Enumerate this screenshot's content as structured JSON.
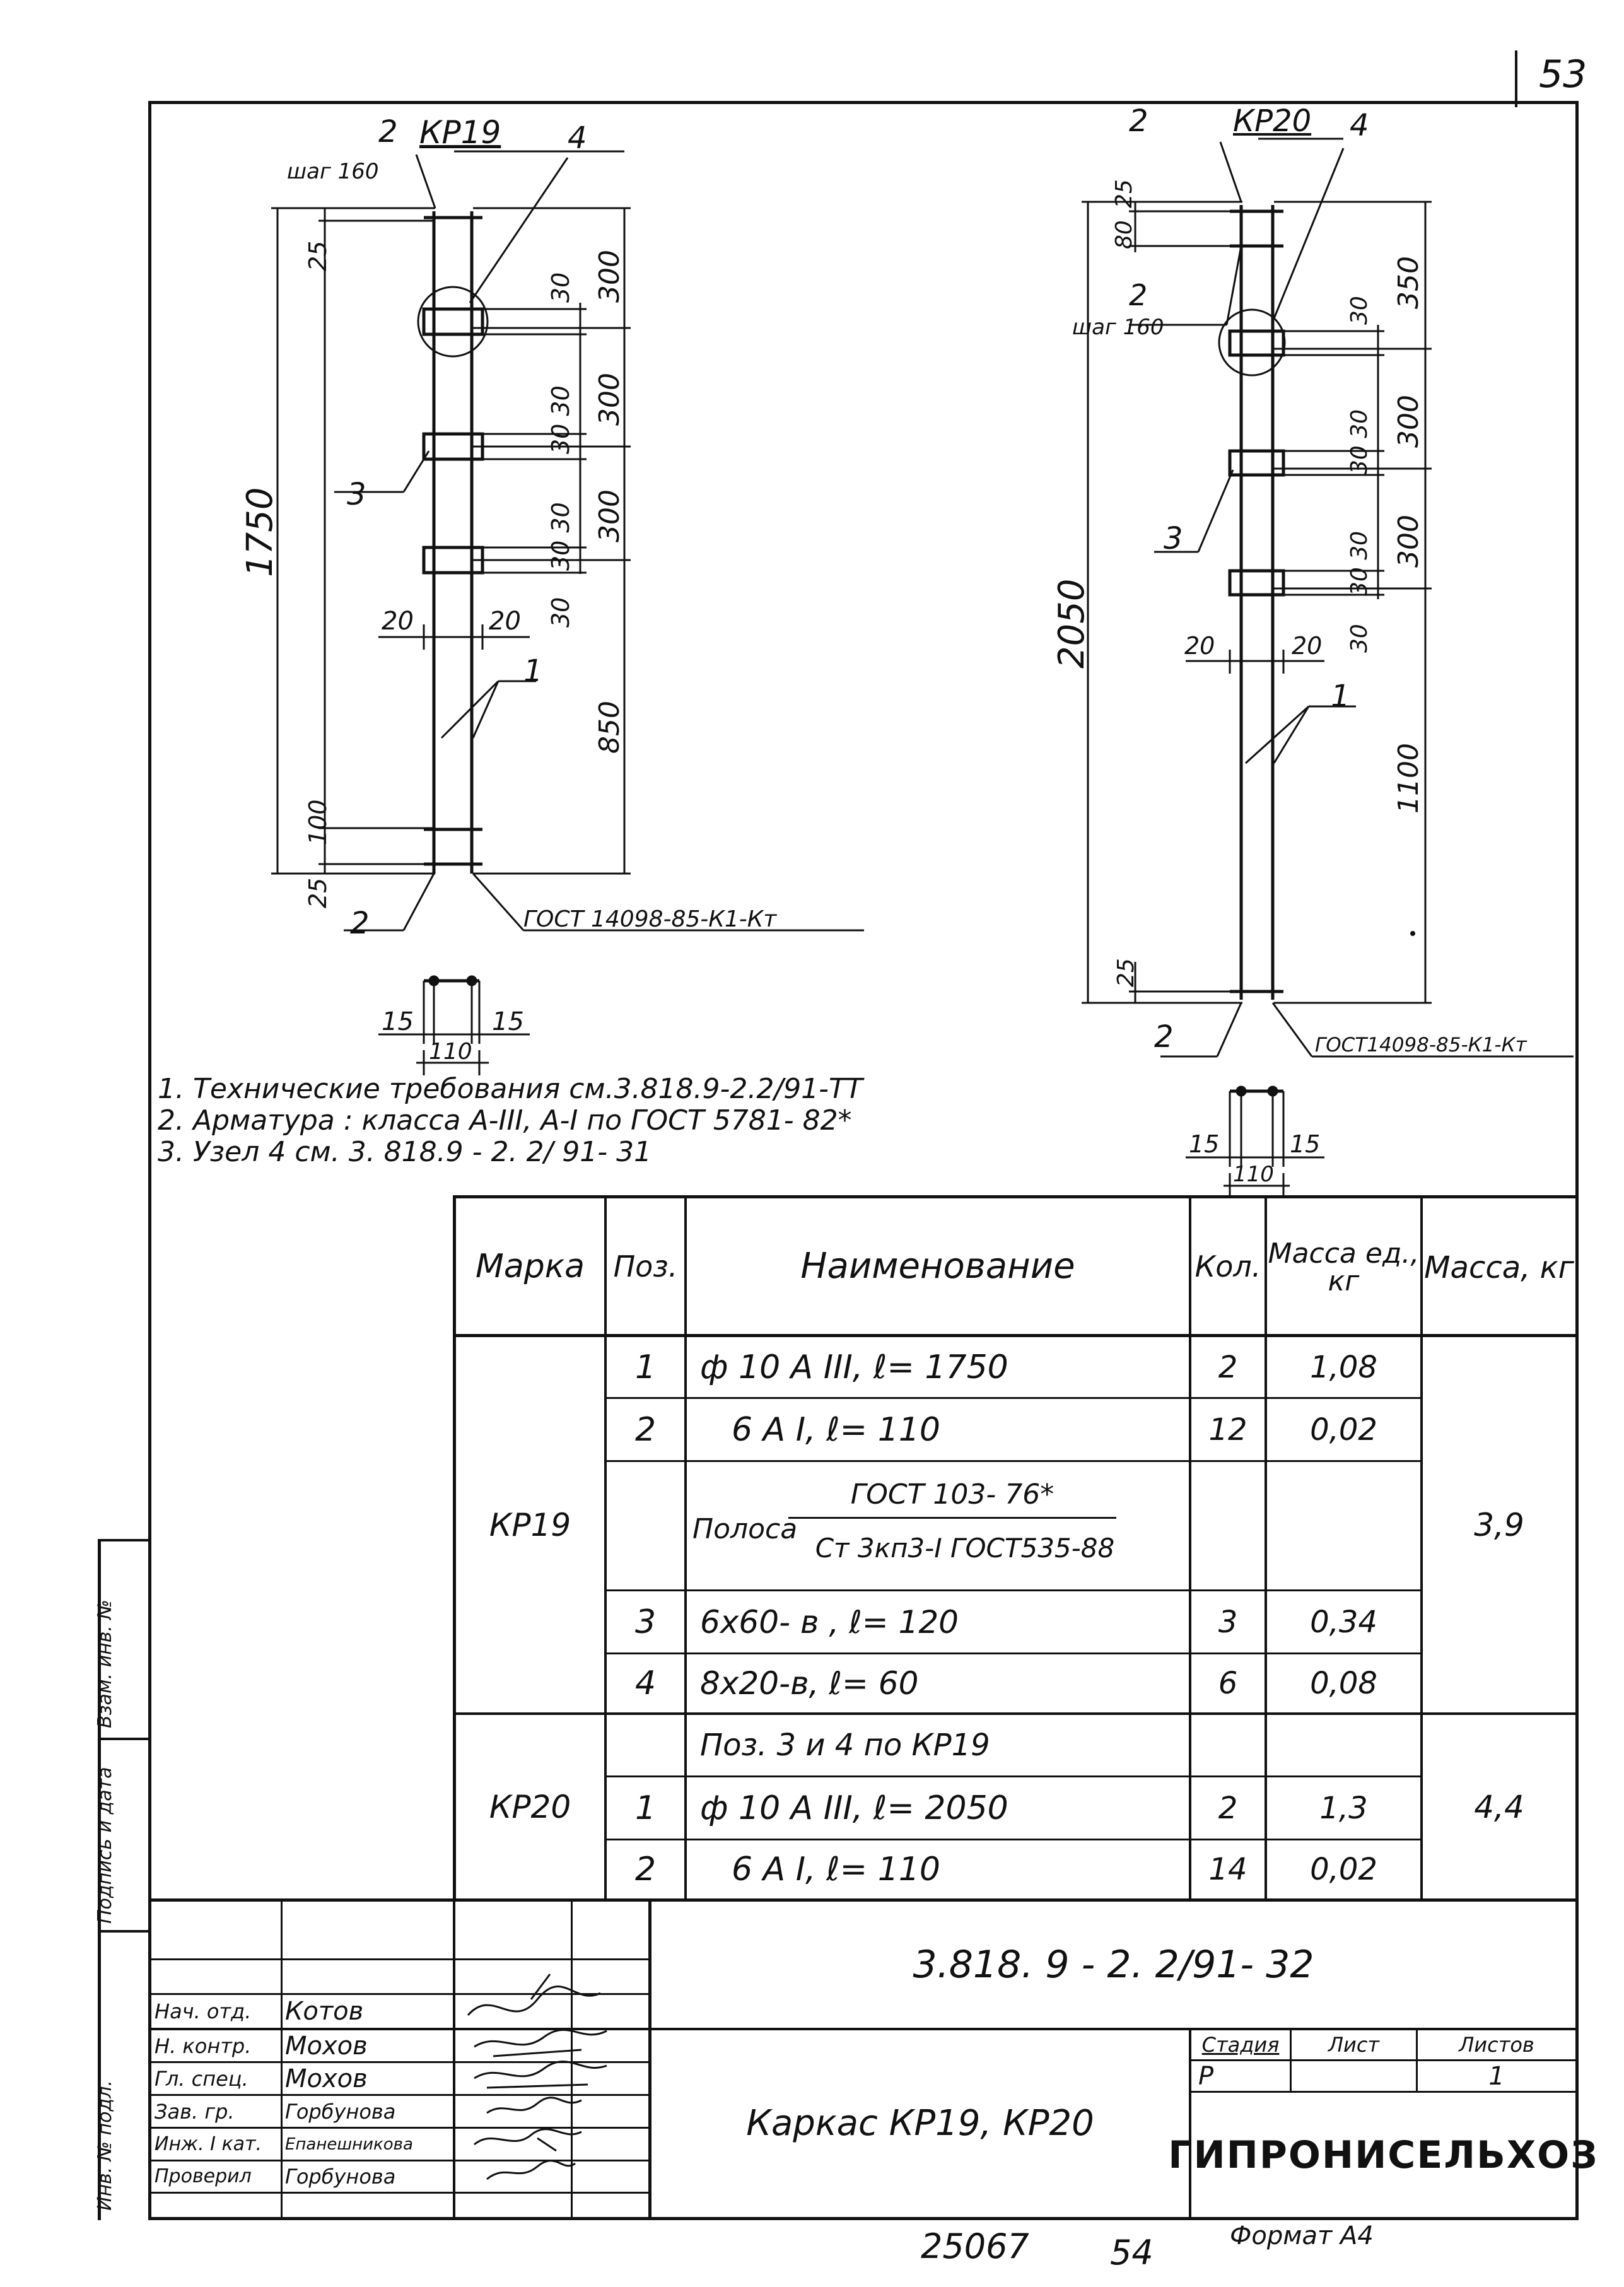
{
  "sheet": {
    "sheet_number": "53",
    "drawing_code": "3.818. 9 - 2. 2/91- 32",
    "title": "Каркас КР19, КР20",
    "organization": "ГИПРОНИСЕЛЬХОЗ",
    "stamp_headers": {
      "stage": "Стадия",
      "sheet": "Лист",
      "sheets": "Листов"
    },
    "stamp_values": {
      "stage": "Р",
      "sheet": "",
      "sheets": "1"
    },
    "bottom": {
      "inv_number": "25067",
      "copy_number": "54",
      "format": "Формат А4"
    },
    "side_labels": [
      "Инв. № подл.",
      "Подпись и дата",
      "Взам. инв. №"
    ]
  },
  "signatures": [
    {
      "role": "Нач. отд.",
      "name": "Котов"
    },
    {
      "role": "Н. контр.",
      "name": "Мохов"
    },
    {
      "role": "Гл. спец.",
      "name": "Мохов"
    },
    {
      "role": "Зав. гр.",
      "name": "Горбунова"
    },
    {
      "role": "Инж. I кат.",
      "name": "Епанешникова"
    },
    {
      "role": "Проверил",
      "name": "Горбунова"
    }
  ],
  "notes": [
    "1. Технические требования см.3.818.9-2.2/91-ТТ",
    "2. Арматура : класса А-III, А-I по ГОСТ 5781- 82*",
    "3. Узел 4 см. 3. 818.9 - 2. 2/ 91- 31"
  ],
  "kr19": {
    "mark": "КР19",
    "pos_top": "2",
    "pos_4": "4",
    "pos_3": "3",
    "pos_1": "1",
    "pos_bottom": "2",
    "step": "шаг 160",
    "dim_total": "1750",
    "dim_25_top": "25",
    "dim_300_a": "300",
    "dim_300_b": "300",
    "dim_300_c": "300",
    "dim_850": "850",
    "dim_30_a": "30",
    "dim_3030_b": "30 30",
    "dim_3030_c": "30 30",
    "dim_30_d": "30",
    "dim_20_l": "20",
    "dim_20_r": "20",
    "dim_100": "100",
    "dim_25_bot": "25",
    "gost": "ГОСТ 14098-85-К1-Кт",
    "sec_15_l": "15",
    "sec_15_r": "15",
    "sec_110": "110"
  },
  "kr20": {
    "mark": "КР20",
    "pos_top": "2",
    "pos_4": "4",
    "pos_2b": "2",
    "pos_3": "3",
    "pos_1": "1",
    "pos_bottom": "2",
    "step": "шаг 160",
    "dim_total": "2050",
    "dim_25_top": "25",
    "dim_80": "80",
    "dim_350": "350",
    "dim_300_a": "300",
    "dim_300_b": "300",
    "dim_1100": "1100",
    "dim_30_a": "30",
    "dim_3030_b": "30 30",
    "dim_3030_c": "30 30",
    "dim_30_d": "30",
    "dim_20_l": "20",
    "dim_20_r": "20",
    "dim_25_bot": "25",
    "gost": "ГОСТ14098-85-К1-Кт",
    "sec_15_l": "15",
    "sec_15_r": "15",
    "sec_110": "110"
  },
  "spec": {
    "headers": {
      "mark": "Марка",
      "pos": "Поз.",
      "name": "Наименование",
      "qty": "Кол.",
      "unit_mass": "Масса ед., кг",
      "mass": "Масса, кг"
    },
    "groups": [
      {
        "mark": "КР19",
        "mass": "3,9"
      },
      {
        "mark": "КР20",
        "mass": "4,4"
      }
    ],
    "rows": [
      {
        "pos": "1",
        "name": "ф 10 А III,  ℓ= 1750",
        "qty": "2",
        "unit": "1,08"
      },
      {
        "pos": "2",
        "name": "6 А I,  ℓ= 110",
        "qty": "12",
        "unit": "0,02"
      },
      {
        "pos": "",
        "name": "Полоса",
        "qty": "",
        "unit": ""
      },
      {
        "pos": "3",
        "name": "6х60- в ,  ℓ= 120",
        "qty": "3",
        "unit": "0,34"
      },
      {
        "pos": "4",
        "name": "8х20-в,  ℓ= 60",
        "qty": "6",
        "unit": "0,08"
      },
      {
        "pos": "",
        "name": "Поз. 3 и 4  по КР19",
        "qty": "",
        "unit": ""
      },
      {
        "pos": "1",
        "name": "ф 10 А III,  ℓ= 2050",
        "qty": "2",
        "unit": "1,3"
      },
      {
        "pos": "2",
        "name": "6 А I,  ℓ= 110",
        "qty": "14",
        "unit": "0,02"
      }
    ],
    "strip_top": "ГОСТ 103- 76*",
    "strip_bottom": "Ст 3кп3-I ГОСТ535-88"
  },
  "colors": {
    "ink": "#111111",
    "paper": "#ffffff"
  }
}
